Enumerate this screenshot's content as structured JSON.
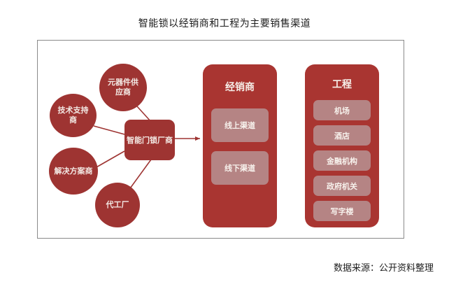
{
  "title": "智能锁以经销商和工程为主要销售渠道",
  "source_note": "数据来源：公开资料整理",
  "colors": {
    "node_red": "#9e3432",
    "column_red": "#a93531",
    "pill_rose": "#b58484",
    "text_light": "#f3e9e4",
    "frame_border": "#8a8a8a",
    "title_text": "#1c1c1c"
  },
  "diagram": {
    "center_node": {
      "label": "智能门锁厂商"
    },
    "ecosystem_nodes": [
      {
        "id": "components",
        "label": "元器件供应商"
      },
      {
        "id": "tech-support",
        "label": "技术支持商"
      },
      {
        "id": "solution",
        "label": "解决方案商"
      },
      {
        "id": "oem",
        "label": "代工厂"
      }
    ],
    "connector_arrow": "arrow-right-icon",
    "channels": [
      {
        "id": "dealer",
        "title": "经销商",
        "items": [
          "线上渠道",
          "线下渠道"
        ]
      },
      {
        "id": "project",
        "title": "工程",
        "items": [
          "机场",
          "酒店",
          "金融机构",
          "政府机关",
          "写字楼"
        ]
      }
    ]
  }
}
